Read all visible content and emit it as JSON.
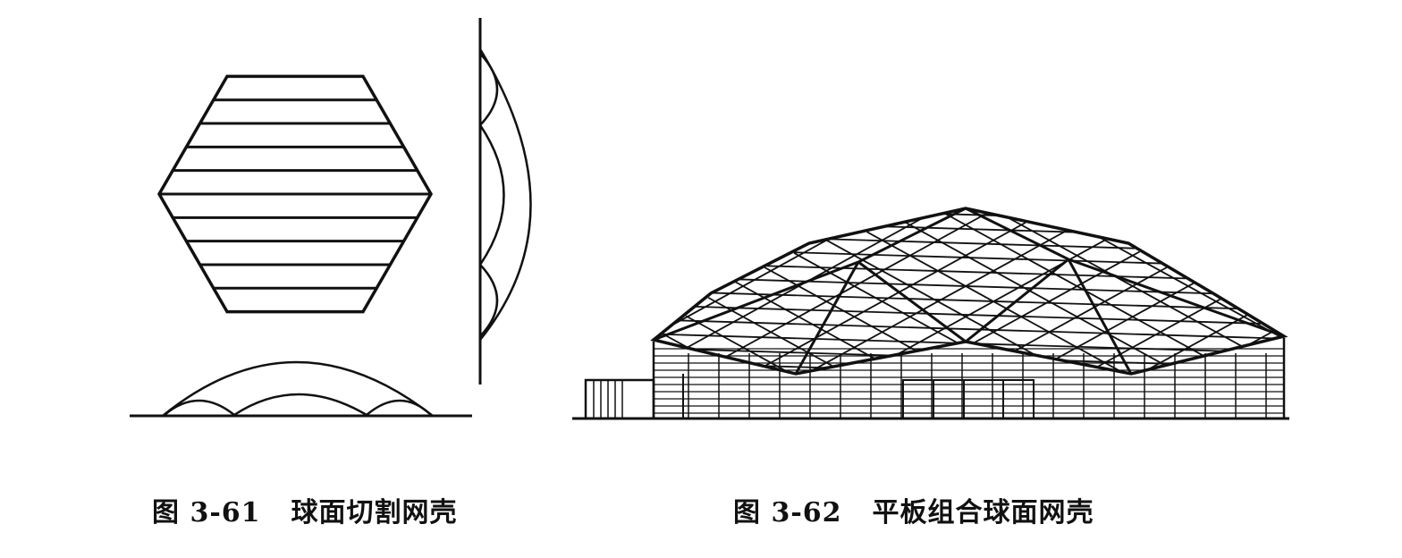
{
  "figures": [
    {
      "number": "图 3-61",
      "title": "球面切割网壳"
    },
    {
      "number": "图 3-62",
      "title": "平板组合球面网壳"
    }
  ],
  "colors": {
    "ink": "#111111",
    "paper": "#ffffff"
  }
}
